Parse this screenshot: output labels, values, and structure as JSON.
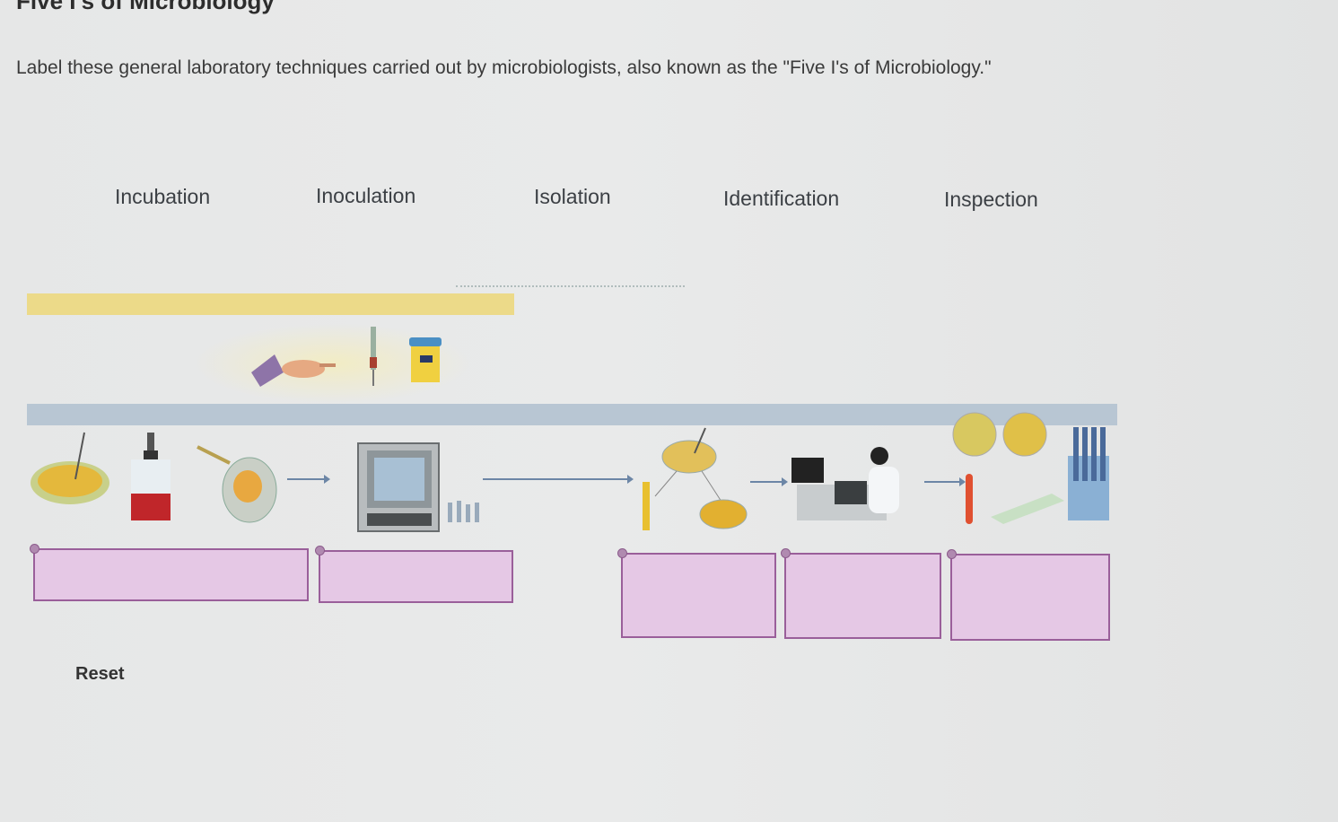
{
  "page": {
    "title": "Five I's of Microbiology",
    "instructions": "Label these general laboratory techniques carried out by microbiologists, also known as the \"Five I's of Microbiology.\""
  },
  "labels": [
    "Incubation",
    "Inoculation",
    "Isolation",
    "Identification",
    "Inspection"
  ],
  "controls": {
    "reset_label": "Reset"
  },
  "colors": {
    "drop_zone_border": "#9a5f9a",
    "drop_zone_fill": "#e5c8e5",
    "arrow": "#6c86a6",
    "band_top": "#ecd87e",
    "band_bottom": "#b8c6d3"
  }
}
